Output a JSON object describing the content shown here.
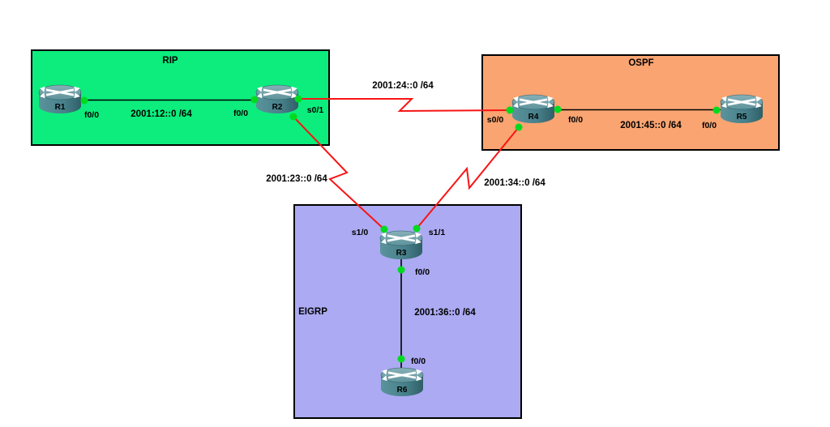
{
  "app": {
    "view": "network-topology"
  },
  "zones": [
    {
      "id": "rip",
      "label": "RIP",
      "color": "#0ced7d"
    },
    {
      "id": "ospf",
      "label": "OSPF",
      "color": "#f9a471"
    },
    {
      "id": "eigrp",
      "label": "EIGRP",
      "color": "#abaaf2"
    }
  ],
  "routers": [
    {
      "name": "R1"
    },
    {
      "name": "R2"
    },
    {
      "name": "R3"
    },
    {
      "name": "R4"
    },
    {
      "name": "R5"
    },
    {
      "name": "R6"
    }
  ],
  "links": [
    {
      "id": "r1-r2",
      "type": "ethernet",
      "network": "2001:12::0 /64",
      "endpoints": [
        {
          "router": "R1",
          "interface": "f0/0"
        },
        {
          "router": "R2",
          "interface": "f0/0"
        }
      ]
    },
    {
      "id": "r2-r4",
      "type": "serial",
      "network": "2001:24::0 /64",
      "endpoints": [
        {
          "router": "R2",
          "interface": "s0/1"
        },
        {
          "router": "R4",
          "interface": "s0/0"
        }
      ]
    },
    {
      "id": "r2-r3",
      "type": "serial",
      "network": "2001:23::0 /64",
      "endpoints": [
        {
          "router": "R2"
        },
        {
          "router": "R3",
          "interface": "s1/0"
        }
      ]
    },
    {
      "id": "r3-r4",
      "type": "serial",
      "network": "2001:34::0 /64",
      "endpoints": [
        {
          "router": "R3",
          "interface": "s1/1"
        },
        {
          "router": "R4"
        }
      ]
    },
    {
      "id": "r4-r5",
      "type": "ethernet",
      "network": "2001:45::0 /64",
      "endpoints": [
        {
          "router": "R4",
          "interface": "f0/0"
        },
        {
          "router": "R5",
          "interface": "f0/0"
        }
      ]
    },
    {
      "id": "r3-r6",
      "type": "ethernet",
      "network": "2001:36::0 /64",
      "endpoints": [
        {
          "router": "R3",
          "interface": "f0/0"
        },
        {
          "router": "R6",
          "interface": "f0/0"
        }
      ]
    }
  ],
  "colors": {
    "serial_link": "#f81414",
    "ethernet_link": "#000000",
    "connector": "#00da1f",
    "zone_border": "#000000"
  }
}
